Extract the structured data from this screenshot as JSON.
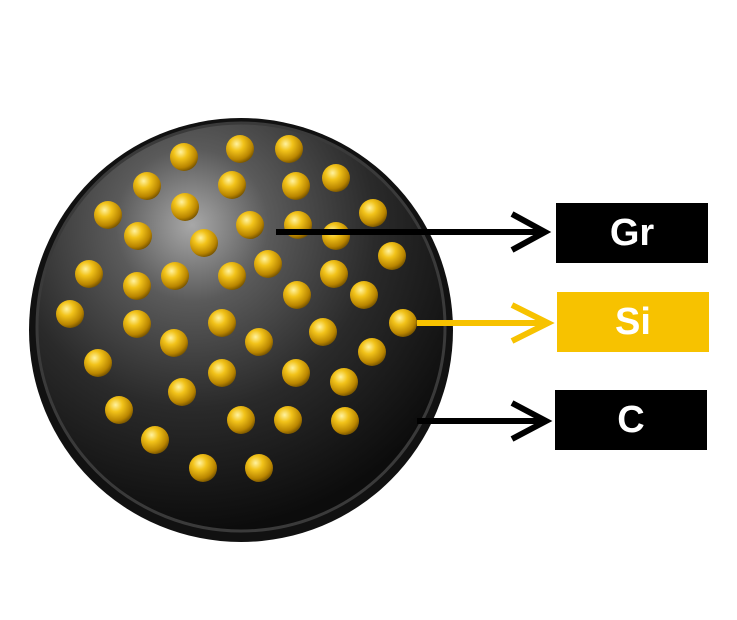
{
  "labels": [
    {
      "key": "gr",
      "text": "Gr",
      "bg": "#000000",
      "fg": "#ffffff"
    },
    {
      "key": "si",
      "text": "Si",
      "bg": "#f7c200",
      "fg": "#ffffff"
    },
    {
      "key": "c",
      "text": "C",
      "bg": "#000000",
      "fg": "#ffffff"
    }
  ],
  "colors": {
    "sphere": "#1a1a1a",
    "particle": "#e0a800",
    "arrow_dark": "#000000",
    "arrow_si": "#f7c200"
  }
}
